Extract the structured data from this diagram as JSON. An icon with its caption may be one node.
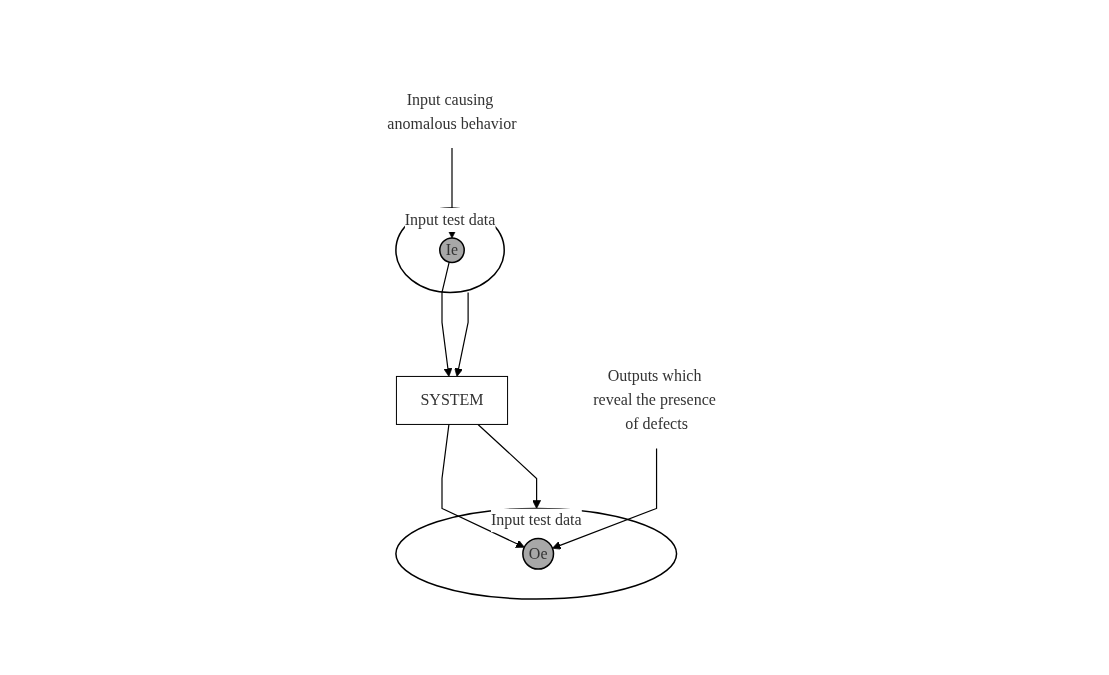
{
  "diagram": {
    "nodes": [
      {
        "text": [
          "Input test data"
        ]
      },
      {
        "text": [
          "Ie"
        ],
        "in": 0
      },
      {
        "text": [
          "Input causing anomalous behavior"
        ]
      },
      {
        "text": [
          "SYSTEM"
        ]
      },
      {
        "text": [
          "Input test data"
        ]
      },
      {
        "text": [
          "Oe"
        ],
        "in": 4
      },
      {
        "text": [
          "Outputs which reveal the presence of defects"
        ]
      }
    ],
    "edges": [
      {
        "from": 2,
        "to": 1,
        "arrow": "to"
      },
      {
        "from": 0,
        "to": 3,
        "arrow": "to"
      },
      {
        "from": 1,
        "to": 3,
        "arrow": "to"
      },
      {
        "from": 3,
        "to": 4,
        "arrow": "to"
      },
      {
        "from": 3,
        "to": 5,
        "arrow": "to"
      },
      {
        "from": 6,
        "to": 5,
        "arrow": "to"
      }
    ]
  }
}
